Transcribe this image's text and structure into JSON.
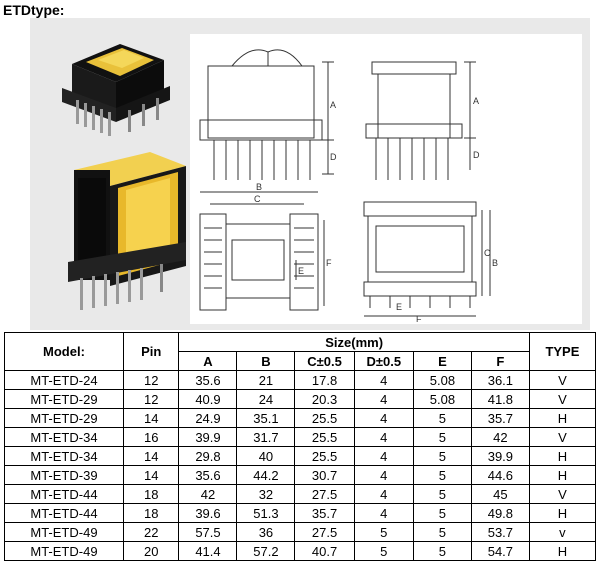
{
  "heading": "ETDtype:",
  "table": {
    "header": {
      "model": "Model:",
      "pin": "Pin",
      "size": "Size(mm)",
      "type": "TYPE",
      "cols": [
        "A",
        "B",
        "C±0.5",
        "D±0.5",
        "E",
        "F"
      ]
    },
    "rows": [
      [
        "MT-ETD-24",
        "12",
        "35.6",
        "21",
        "17.8",
        "4",
        "5.08",
        "36.1",
        "V"
      ],
      [
        "MT-ETD-29",
        "12",
        "40.9",
        "24",
        "20.3",
        "4",
        "5.08",
        "41.8",
        "V"
      ],
      [
        "MT-ETD-29",
        "14",
        "24.9",
        "35.1",
        "25.5",
        "4",
        "5",
        "35.7",
        "H"
      ],
      [
        "MT-ETD-34",
        "16",
        "39.9",
        "31.7",
        "25.5",
        "4",
        "5",
        "42",
        "V"
      ],
      [
        "MT-ETD-34",
        "14",
        "29.8",
        "40",
        "25.5",
        "4",
        "5",
        "39.9",
        "H"
      ],
      [
        "MT-ETD-39",
        "14",
        "35.6",
        "44.2",
        "30.7",
        "4",
        "5",
        "44.6",
        "H"
      ],
      [
        "MT-ETD-44",
        "18",
        "42",
        "32",
        "27.5",
        "4",
        "5",
        "45",
        "V"
      ],
      [
        "MT-ETD-44",
        "18",
        "39.6",
        "51.3",
        "35.7",
        "4",
        "5",
        "49.8",
        "H"
      ],
      [
        "MT-ETD-49",
        "22",
        "57.5",
        "36",
        "27.5",
        "5",
        "5",
        "53.7",
        "v"
      ],
      [
        "MT-ETD-49",
        "20",
        "41.4",
        "57.2",
        "40.7",
        "5",
        "5",
        "54.7",
        "H"
      ]
    ]
  },
  "drawing_labels": {
    "a": "A",
    "b": "B",
    "c": "C",
    "d": "D",
    "e": "E",
    "f": "F"
  }
}
